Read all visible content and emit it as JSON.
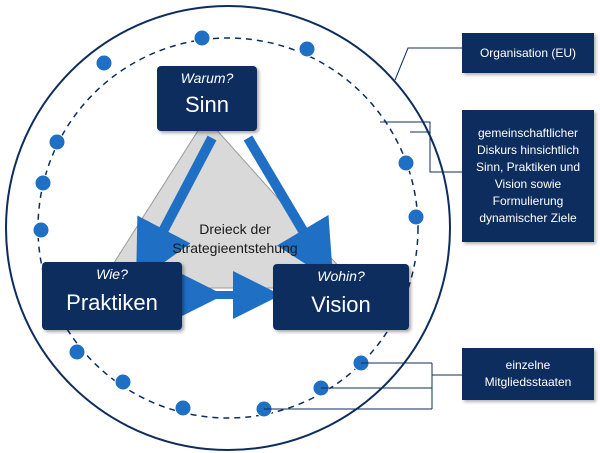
{
  "center": {
    "line1": "Dreieck der",
    "line2": "Strategieentstehung"
  },
  "nodes": {
    "sinn": {
      "question": "Warum?",
      "title": "Sinn"
    },
    "praktiken": {
      "question": "Wie?",
      "title": "Praktiken"
    },
    "vision": {
      "question": "Wohin?",
      "title": "Vision"
    }
  },
  "callouts": {
    "organisation": "Organisation (EU)",
    "diskurs": "gemeinschaftlicher Diskurs hinsichtlich Sinn, Praktiken und Vision sowie Formulierung dynamischer Ziele",
    "staaten": "einzelne Mitgliedsstaaten"
  },
  "colors": {
    "navy": "#0d2d5e",
    "arrow_blue": "#1f6fc4",
    "dot_blue": "#1f6fc4",
    "triangle_fill": "#d9d9d9"
  }
}
